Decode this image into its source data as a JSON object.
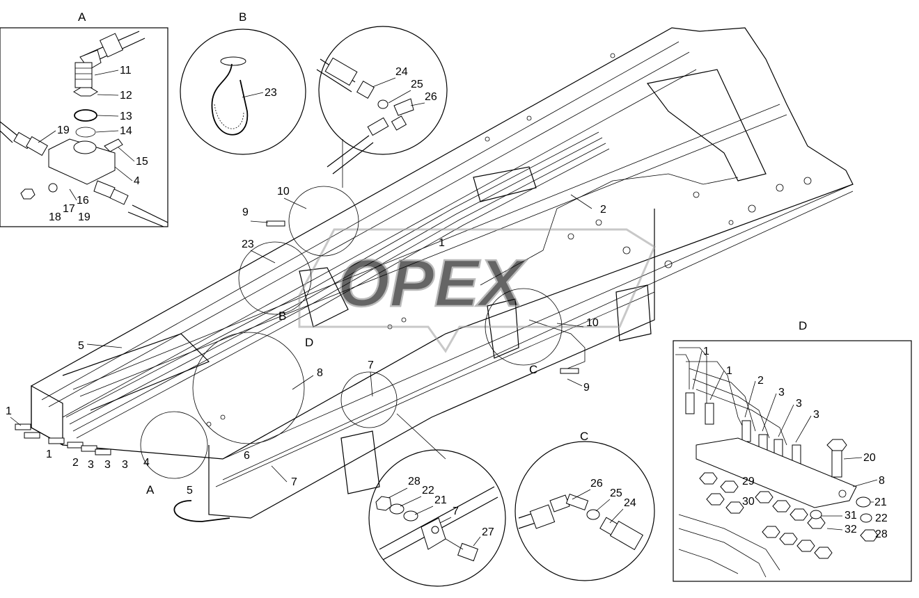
{
  "watermark": "OPEX",
  "callouts": {
    "a": "A",
    "b": "B",
    "c": "C",
    "d": "D"
  },
  "detail_a": {
    "title": "A",
    "labels": [
      "11",
      "12",
      "13",
      "14",
      "19",
      "15",
      "4",
      "16",
      "17",
      "18",
      "19"
    ]
  },
  "detail_b": {
    "title": "B",
    "labels": [
      "23"
    ]
  },
  "detail_b2": {
    "labels": [
      "24",
      "25",
      "26"
    ]
  },
  "detail_c": {
    "title": "C",
    "labels": [
      "26",
      "25",
      "24"
    ]
  },
  "detail_7": {
    "labels": [
      "28",
      "22",
      "21",
      "7",
      "27"
    ]
  },
  "detail_d": {
    "title": "D",
    "labels": [
      "1",
      "1",
      "2",
      "3",
      "3",
      "3",
      "20",
      "29",
      "30",
      "8",
      "21",
      "31",
      "22",
      "32",
      "28"
    ]
  },
  "main": {
    "labels": [
      "10",
      "9",
      "23",
      "1",
      "2",
      "5",
      "8",
      "7",
      "10",
      "9",
      "1",
      "1",
      "2",
      "3",
      "3",
      "3",
      "4",
      "6",
      "5",
      "7"
    ]
  }
}
